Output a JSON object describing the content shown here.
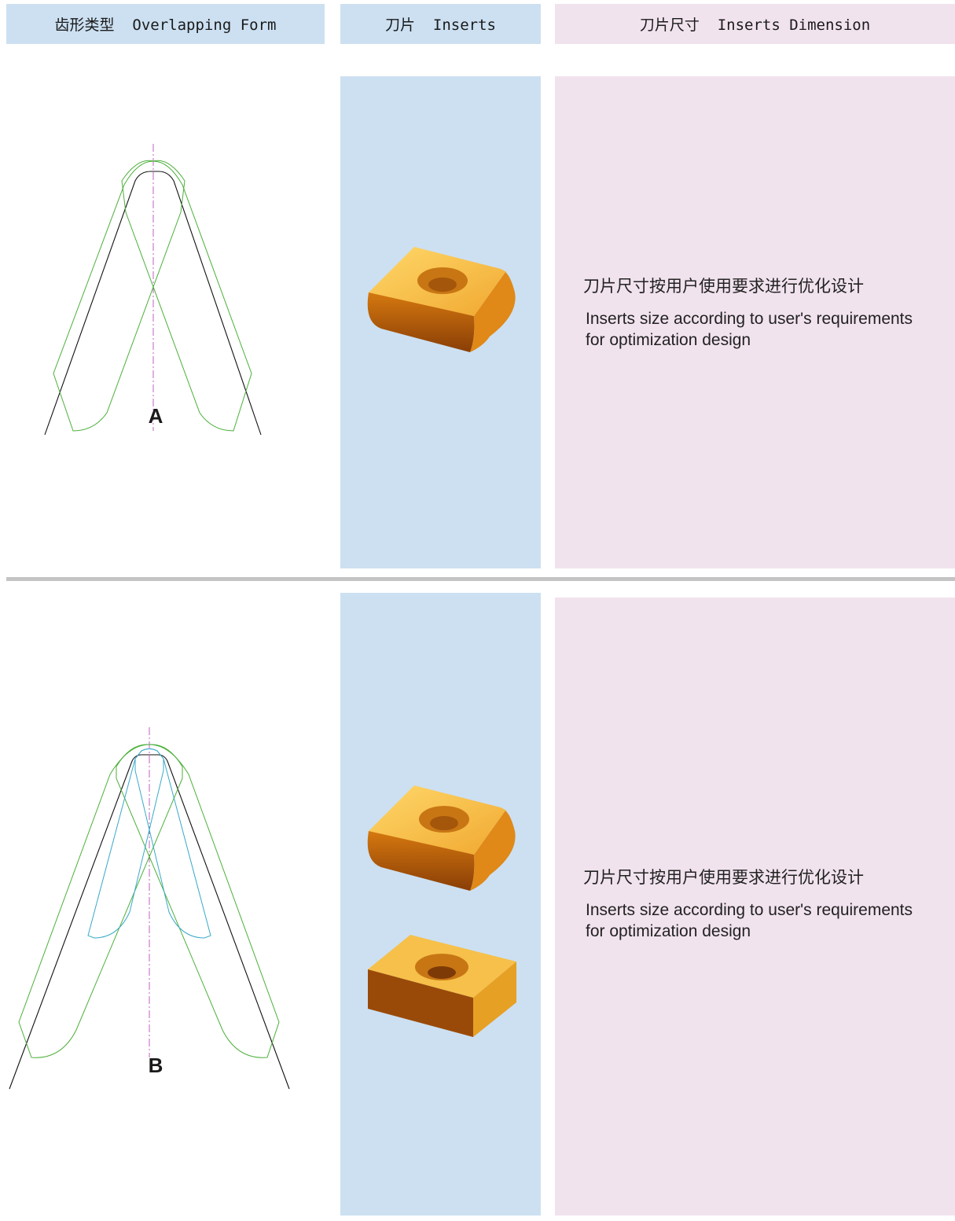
{
  "headers": {
    "form": "齿形类型  Overlapping Form",
    "inserts": "刀片  Inserts",
    "dimension": "刀片尺寸  Inserts Dimension"
  },
  "rows": [
    {
      "form_label": "A",
      "dimension_zh": "刀片尺寸按用户使用要求进行优化设计",
      "dimension_en": "Inserts size according to user's requirements for optimization design"
    },
    {
      "form_label": "B",
      "dimension_zh": "刀片尺寸按用户使用要求进行优化设计",
      "dimension_en": "Inserts size according to user's requirements for optimization design"
    }
  ],
  "colors": {
    "header_blue": "#cce0f1",
    "header_pink": "#f1e3ee",
    "profile_green": "#4caf3a",
    "profile_cyan": "#3aa9c9",
    "centerline_magenta": "#c060c0",
    "insert_orange": "#e2901c"
  }
}
